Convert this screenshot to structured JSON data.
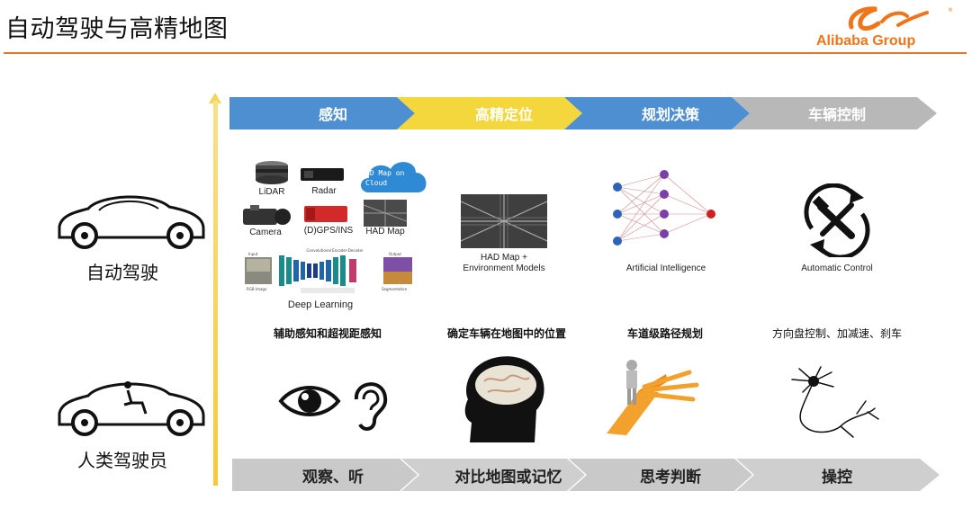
{
  "title": "自动驾驶与高精地图",
  "logo": {
    "text": "Alibaba Group",
    "mark": "®"
  },
  "top_chevrons": [
    {
      "label": "感知",
      "color": "#4d8fd0"
    },
    {
      "label": "高精定位",
      "color": "#f3d73c"
    },
    {
      "label": "规划决策",
      "color": "#4d8fd0"
    },
    {
      "label": "车辆控制",
      "color": "#b8b8b8"
    }
  ],
  "bottom_chevrons": [
    {
      "label": "观察、听",
      "color": "#c9c9c9"
    },
    {
      "label": "对比地图或记忆",
      "color": "#c9c9c9"
    },
    {
      "label": "思考判断",
      "color": "#c9c9c9"
    },
    {
      "label": "操控",
      "color": "#c9c9c9"
    }
  ],
  "rows": {
    "auto": "自动驾驶",
    "human": "人类驾驶员"
  },
  "perception": {
    "lidar": "LiDAR",
    "radar": "Radar",
    "camera": "Camera",
    "gps": "(D)GPS/INS",
    "hadmap": "HAD Map",
    "cloud_line1": "HD Map on",
    "cloud_line2": "Cloud",
    "deep_learning": "Deep Learning",
    "dl_input": "Input",
    "dl_output": "Output",
    "dl_header": "Convolutional Encoder-Decoder",
    "dl_rgb": "RGB Image",
    "dl_seg": "Segmentation"
  },
  "localization": {
    "caption1": "HAD Map +",
    "caption2": "Environment Models"
  },
  "planning": {
    "caption": "Artificial Intelligence"
  },
  "control": {
    "caption": "Automatic Control"
  },
  "subtitles": [
    "辅助感知和超视距感知",
    "确定车辆在地图中的位置",
    "车道级路径规划",
    "方向盘控制、加减速、刹车"
  ]
}
